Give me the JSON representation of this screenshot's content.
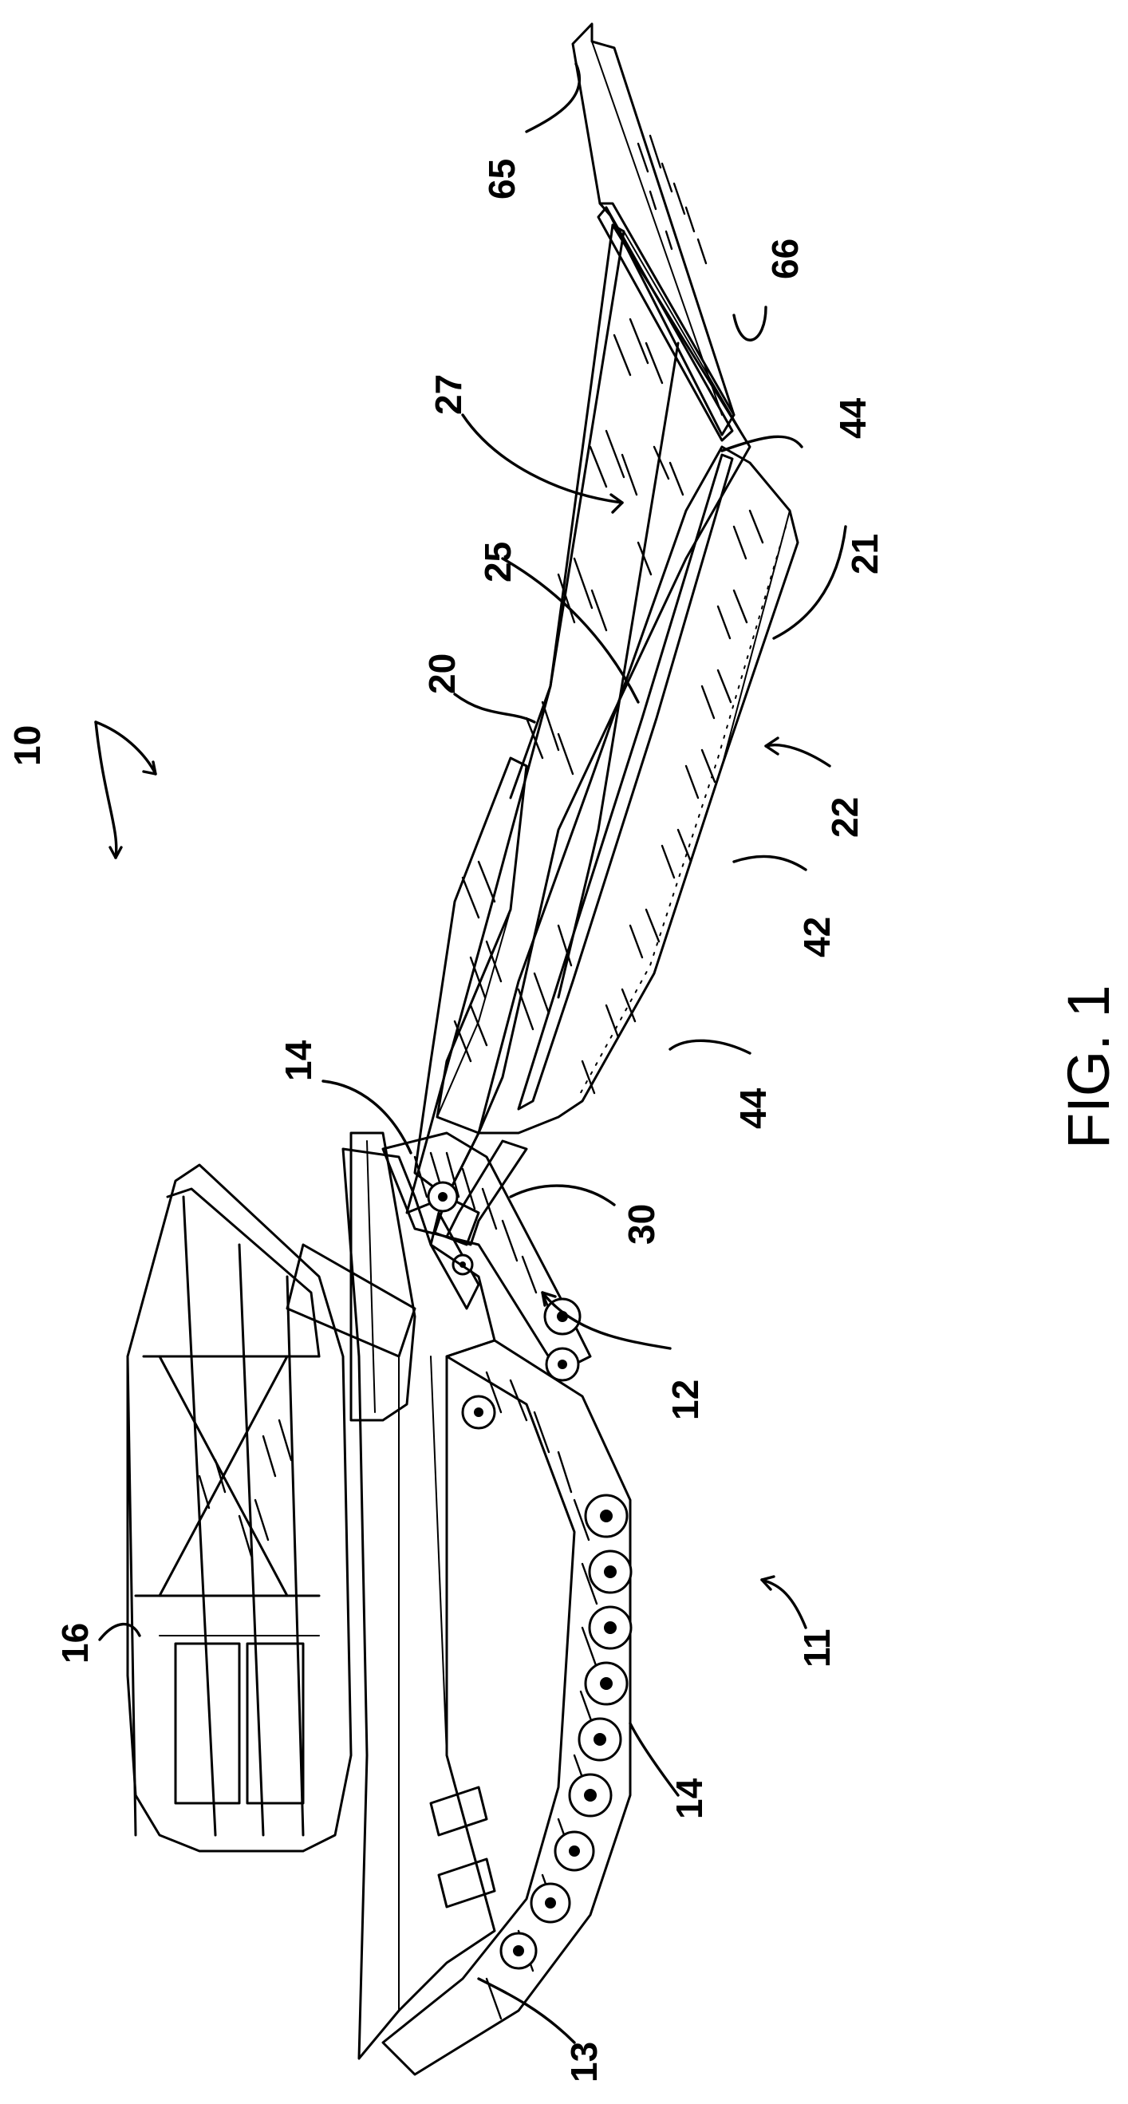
{
  "figure": {
    "caption": "FIG. 1",
    "reference_numerals": {
      "system": "10",
      "vehicle": "11",
      "hitch": "12",
      "vehicle_body": "13",
      "track_rear": "14",
      "track_front": "14",
      "cab_frame": "16",
      "trailer_frame": "20",
      "hull_bottom": "21",
      "hull_side_arrow": "22",
      "deck": "25",
      "deck_arrow": "27",
      "tongue": "30",
      "hull_panel": "42",
      "skid_end_front": "44",
      "skid_end_rear": "44",
      "ramp": "65",
      "ramp_hinge": "66"
    }
  }
}
